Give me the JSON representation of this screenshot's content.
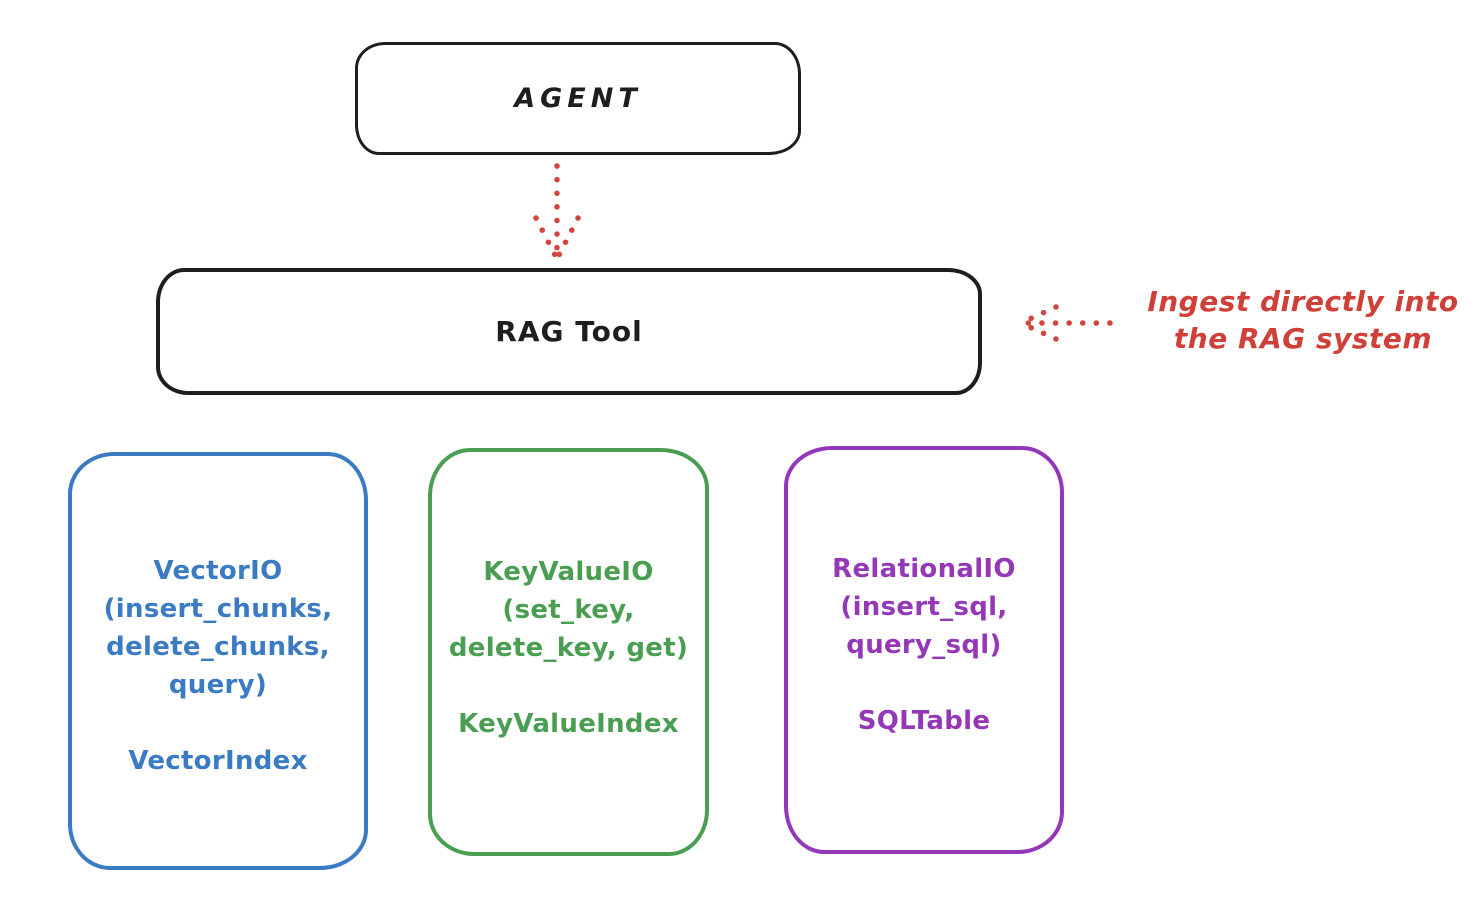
{
  "diagram": {
    "agent": {
      "label": "AGENT"
    },
    "rag_tool": {
      "label": "RAG Tool"
    },
    "annotation": {
      "line1": "Ingest directly into",
      "line2": "the RAG system"
    },
    "arrows": [
      {
        "name": "agent-to-rag-arrow",
        "style": "dotted",
        "direction": "down",
        "color": "#d1453d"
      },
      {
        "name": "ingest-into-rag-arrow",
        "style": "dotted",
        "direction": "left",
        "color": "#d1453d"
      }
    ],
    "cards": [
      {
        "lines": [
          "VectorIO",
          "(insert_chunks,",
          "delete_chunks,",
          "query)"
        ],
        "index_label": "VectorIndex",
        "color": "#3b7bc4"
      },
      {
        "lines": [
          "KeyValueIO",
          "(set_key,",
          "delete_key, get)"
        ],
        "index_label": "KeyValueIndex",
        "color": "#4a9e52"
      },
      {
        "lines": [
          "RelationalIO",
          "(insert_sql,",
          "query_sql)"
        ],
        "index_label": "SQLTable",
        "color": "#9438b8"
      }
    ],
    "colors": {
      "stroke": "#1e1e1e",
      "red": "#d1453d",
      "blue": "#3b7bc4",
      "green": "#4a9e52",
      "purple": "#9438b8",
      "background": "#ffffff"
    }
  }
}
